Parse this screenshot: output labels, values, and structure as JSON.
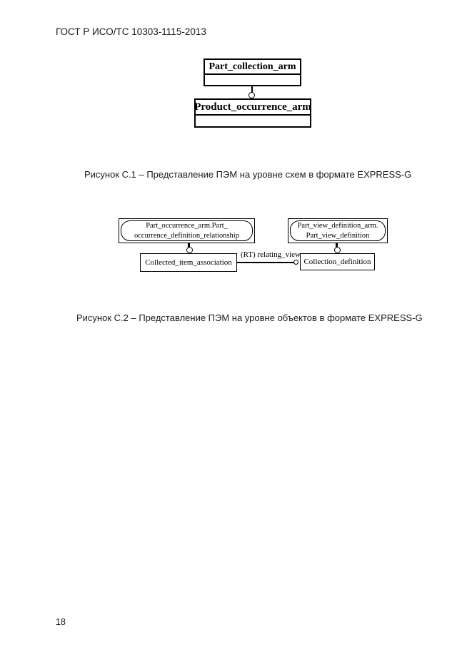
{
  "page": {
    "header": "ГОСТ Р ИСО/ТС 10303-1115-2013",
    "page_number": "18"
  },
  "figure1": {
    "caption": "Рисунок С.1 –  Представление ПЭМ на уровне схем в формате EXPRESS-G",
    "schema_boxes": [
      {
        "label": "Part_collection_arm"
      },
      {
        "label": "Product_occurrence_arm"
      }
    ]
  },
  "figure2": {
    "caption": "Рисунок С.2 –  Представление ПЭМ на уровне объектов в формате EXPRESS-G",
    "ref_boxes": [
      {
        "line1": "Part_occurrence_arm.Part_",
        "line2": "occurrence_definition_relationship"
      },
      {
        "line1": "Part_view_definition_arm.",
        "line2": "Part_view_definition"
      }
    ],
    "entity_boxes": [
      {
        "label": "Collected_item_association"
      },
      {
        "label": "Collection_definition"
      }
    ],
    "relation_label": "(RT) relating_view"
  }
}
